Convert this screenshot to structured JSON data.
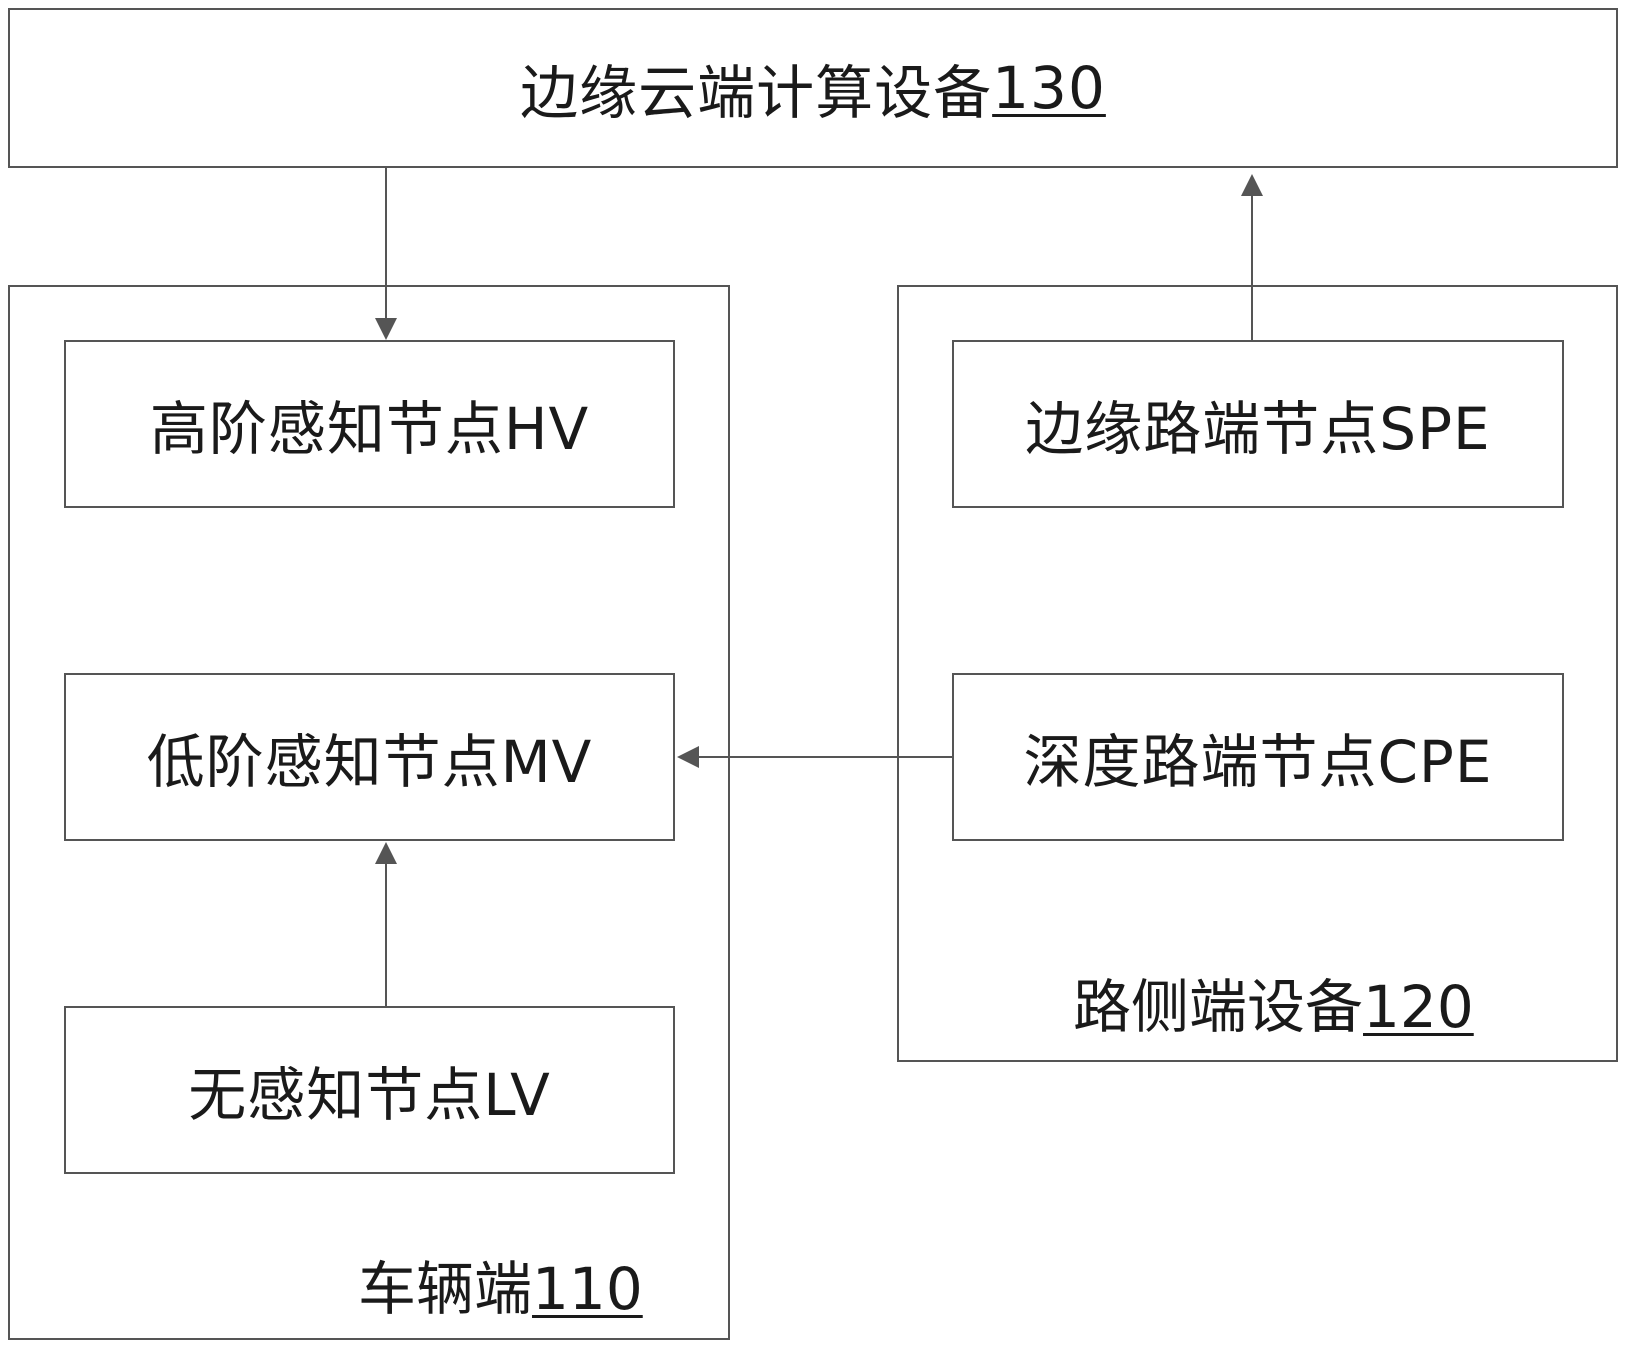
{
  "cloud": {
    "name": "边缘云端计算设备",
    "ref": "130"
  },
  "vehicle": {
    "name": "车辆端",
    "ref": "110",
    "nodes": {
      "high": "高阶感知节点HV",
      "low": "低阶感知节点MV",
      "none": "无感知节点LV"
    }
  },
  "roadside": {
    "name": "路侧端设备",
    "ref": "120",
    "nodes": {
      "spe": "边缘路端节点SPE",
      "cpe": "深度路端节点CPE"
    }
  }
}
